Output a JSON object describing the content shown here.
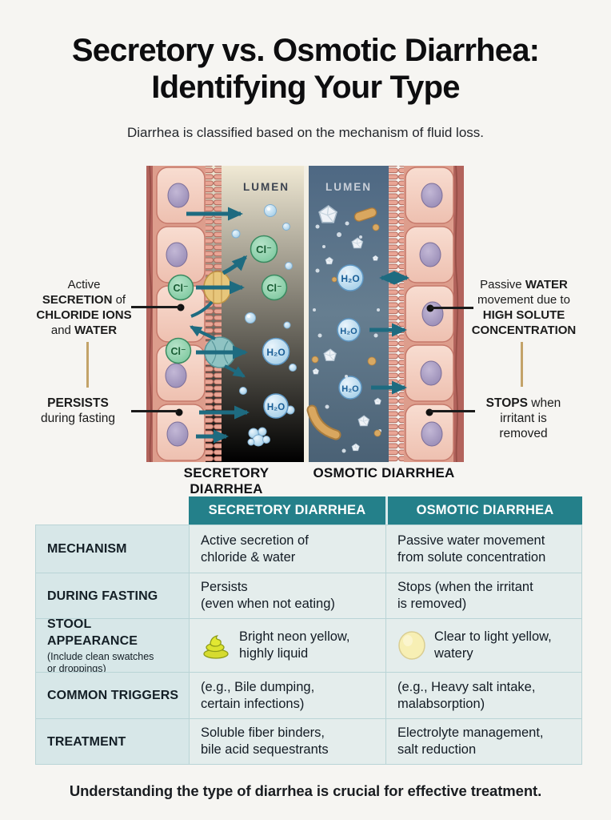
{
  "page": {
    "title_line1": "Secretory vs. Osmotic Diarrhea:",
    "title_line2": "Identifying Your Type",
    "subtitle": "Diarrhea is classified based on the mechanism of fluid loss.",
    "footer": "Understanding the type of diarrhea is crucial for effective treatment."
  },
  "diagram": {
    "lumen_label_left": "LUMEN",
    "lumen_label_right": "LUMEN",
    "caption_left": "SECRETORY DIARRHEA",
    "caption_right": "OSMOTIC DIARRHEA",
    "ion_chloride": "Cl⁻",
    "molecule_water": "H₂O",
    "annotations": {
      "left_top": {
        "s1": "Active",
        "s2": "SECRETION",
        "s3": "of",
        "s4": "CHLORIDE IONS",
        "s5": "and",
        "s6": "WATER"
      },
      "left_bottom": {
        "s1": "PERSISTS",
        "s2": "during fasting"
      },
      "right_top": {
        "s1": "Passive",
        "s2": "WATER",
        "s3": "movement due to",
        "s4": "HIGH SOLUTE",
        "s5": "CONCENTRATION"
      },
      "right_bottom": {
        "s1": "STOPS",
        "s2": "when",
        "s3": "irritant is",
        "s4": "removed"
      }
    }
  },
  "table": {
    "col_secretory": "SECRETORY DIARRHEA",
    "col_osmotic": "OSMOTIC DIARRHEA",
    "rows": [
      {
        "label": "MECHANISM",
        "secretory": "Active secretion of\nchloride & water",
        "osmotic": "Passive water movement\nfrom solute concentration"
      },
      {
        "label": "DURING FASTING",
        "secretory": "Persists\n(even when not eating)",
        "osmotic": "Stops (when the irritant\nis removed)"
      },
      {
        "label": "STOOL APPEARANCE",
        "label_sub": "(Include clean swatches\nor droppings)",
        "secretory_icon": "poop-icon",
        "secretory": "Bright neon yellow,\nhighly liquid",
        "osmotic_icon": "egg-icon",
        "osmotic": "Clear to light yellow,\nwatery"
      },
      {
        "label": "COMMON TRIGGERS",
        "secretory": "(e.g., Bile dumping,\ncertain infections)",
        "osmotic": "(e.g., Heavy salt intake,\nmalabsorption)"
      },
      {
        "label": "TREATMENT",
        "secretory": "Soluble fiber binders,\nbile acid sequestrants",
        "osmotic": "Electrolyte management,\nsalt reduction"
      }
    ]
  },
  "colors": {
    "accent_teal_header": "#24808a",
    "arrow_teal": "#1e6b80",
    "label_cell_bg": "#d7e7e8",
    "content_cell_bg": "#e4edec",
    "chloride_green": "#7ecb9e",
    "water_blue": "#aed4ec",
    "lumen_cream": "#ede6cd",
    "lumen_slate": "#536880",
    "cell_pink": "#f2c9ba",
    "serosa_red": "#b2635c",
    "connector_tan": "#c3a369",
    "stool_yellow": "#d9de30",
    "stool_pale_yellow": "#f7efb4",
    "page_bg": "#f6f5f2"
  }
}
